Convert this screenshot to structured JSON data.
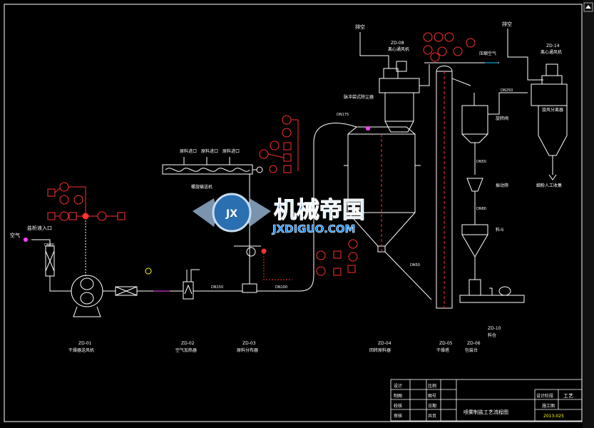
{
  "outlets": {
    "left_vent": "排空",
    "right_vent": "排空"
  },
  "inlets": {
    "air_label": "空气",
    "air_side_label": "盐析液入口",
    "compressed_air": "压缩空气"
  },
  "equipment": [
    {
      "tag": "ZD-01",
      "name": "干燥器送风机"
    },
    {
      "tag": "ZD-02",
      "name": "空气加热器"
    },
    {
      "tag": "ZD-03",
      "name": "原料分布器"
    },
    {
      "tag": "ZD-04",
      "name": "回转原料器"
    },
    {
      "tag": "ZD-05",
      "name": "干燥塔"
    },
    {
      "tag": "ZD-06",
      "name": "包装台"
    }
  ],
  "process_labels": {
    "screw_conveyor": "螺旋输送机",
    "screw_feed_1": "原料进口",
    "screw_feed_2": "原料进口",
    "screw_feed_3": "原料进口",
    "left_cyclone_tag": "ZD-08",
    "left_cyclone": "离心通风机",
    "right_cyclone_tag": "ZD-14",
    "right_cyclone": "离心通风机",
    "dust_collector": "脉冲袋式除尘器",
    "cyclone_sep": "旋风分离器",
    "fine_powder": "细粉人工收集",
    "hopper1": "旋转阀",
    "hopper2": "振动筛",
    "hopper3": "料斗",
    "bin_tag": "ZD-10",
    "bin": "料仓"
  },
  "pipes": [
    "DN80",
    "DN150",
    "DN100",
    "DN175",
    "DN50",
    "DN50",
    "DN80",
    "DN250"
  ],
  "watermark": {
    "cn": "机械帝国",
    "en": "JXDIGUO.COM",
    "logo": "JX"
  },
  "title_block": {
    "drawing_title": "喷雾制盐工艺流程图",
    "drawing_no": "2013-025",
    "rows_left": [
      "设计",
      "制图",
      "校核",
      "审核"
    ],
    "rows_mid": [
      "比例",
      "图号",
      "日期",
      "共页"
    ],
    "right_top_1": "设计阶段",
    "right_top_2": "工艺",
    "right_bot": "施工图"
  },
  "colors": {
    "bg": "#000000",
    "line": "#ffffff",
    "instrument": "#ff3030",
    "watermark": "#1e90ff",
    "yellow": "#ffff00",
    "cyan": "#00c8ff",
    "magenta": "#ff40ff"
  }
}
